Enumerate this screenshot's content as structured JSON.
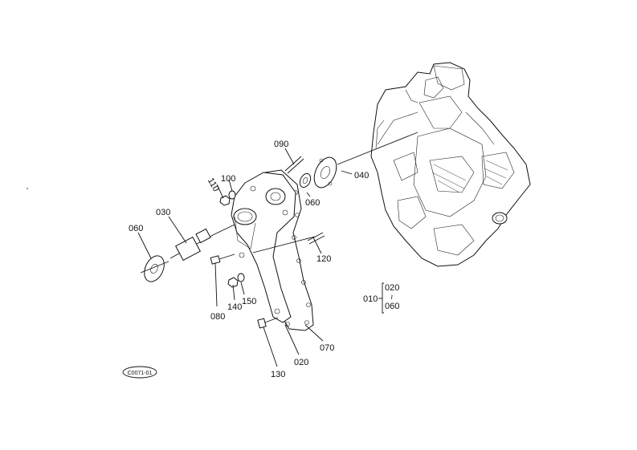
{
  "callouts": {
    "c090": "090",
    "c110": "110",
    "c100": "100",
    "c030": "030",
    "c060a": "060",
    "c060b": "060",
    "c040": "040",
    "c120": "120",
    "c080": "080",
    "c140": "140",
    "c150": "150",
    "c130": "130",
    "c020": "020",
    "c070": "070"
  },
  "assembly_key": {
    "parent": "010",
    "top": "020",
    "tilde": "~",
    "bottom": "060"
  },
  "figure_code": "C0071-01"
}
